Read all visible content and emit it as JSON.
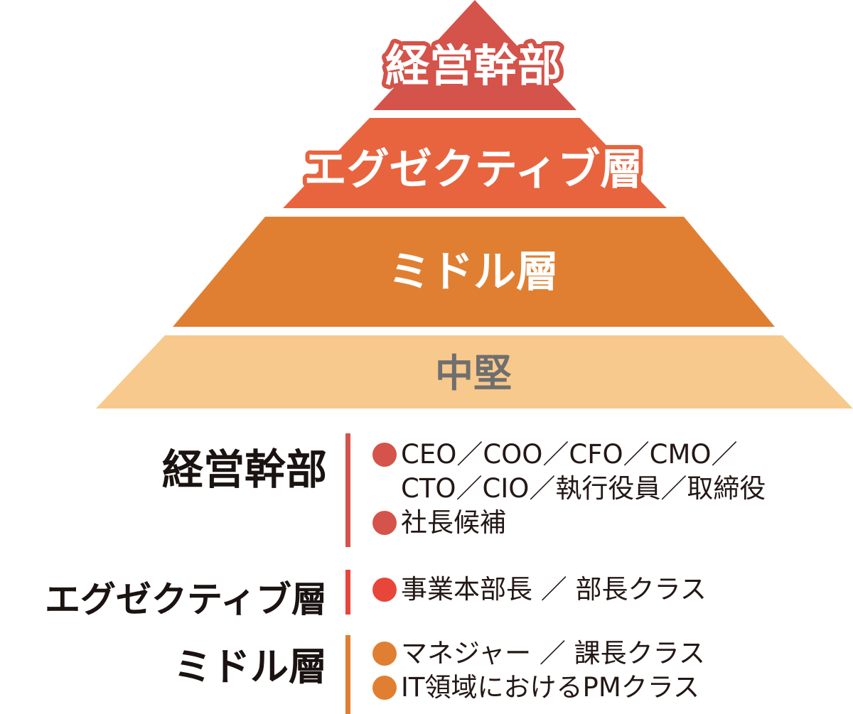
{
  "pyramid": {
    "tiers": [
      {
        "label": "経営幹部",
        "fill": "#d4534a",
        "text_color": "#ffffff",
        "outline_color": "#d4534a"
      },
      {
        "label": "エグゼクティブ層",
        "fill": "#e8643e",
        "text_color": "#ffffff",
        "outline_color": "#e8643e"
      },
      {
        "label": "ミドル層",
        "fill": "#e07f32",
        "text_color": "#ffffff",
        "outline_color": "#e07f32"
      },
      {
        "label": "中堅",
        "fill": "#f8c98c",
        "text_color": "#6f6f6f",
        "outline_color": "#f8c98c"
      }
    ]
  },
  "legend": [
    {
      "title": "経営幹部",
      "bar_color": "#d4534a",
      "bullet_color": "#d4534a",
      "items": [
        {
          "lines": [
            "CEO／COO／CFO／CMO／",
            "CTO／CIO／執行役員／取締役"
          ]
        },
        {
          "lines": [
            "社長候補"
          ]
        }
      ]
    },
    {
      "title": "エグゼクティブ層",
      "bar_color": "#e8463a",
      "bullet_color": "#e8463a",
      "items": [
        {
          "lines": [
            "事業本部長 ／ 部長クラス"
          ]
        }
      ]
    },
    {
      "title": "ミドル層",
      "bar_color": "#e07f32",
      "bullet_color": "#e07f32",
      "items": [
        {
          "lines": [
            "マネジャー ／ 課長クラス"
          ]
        },
        {
          "lines": [
            "IT領域におけるPMクラス"
          ]
        }
      ]
    }
  ]
}
